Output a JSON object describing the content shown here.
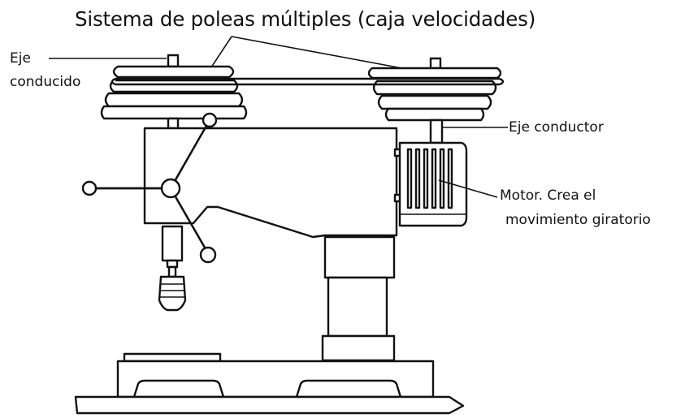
{
  "diagram": {
    "title": "Sistema de poleas múltiples (caja velocidades)",
    "labels": {
      "eje_conducido_line1": "Eje",
      "eje_conducido_line2": "conducido",
      "eje_conductor": "Eje conductor",
      "motor_line1": "Motor. Crea el",
      "motor_line2": "movimiento giratorio"
    },
    "colors": {
      "ink": "#111111",
      "paper": "#ffffff"
    }
  }
}
